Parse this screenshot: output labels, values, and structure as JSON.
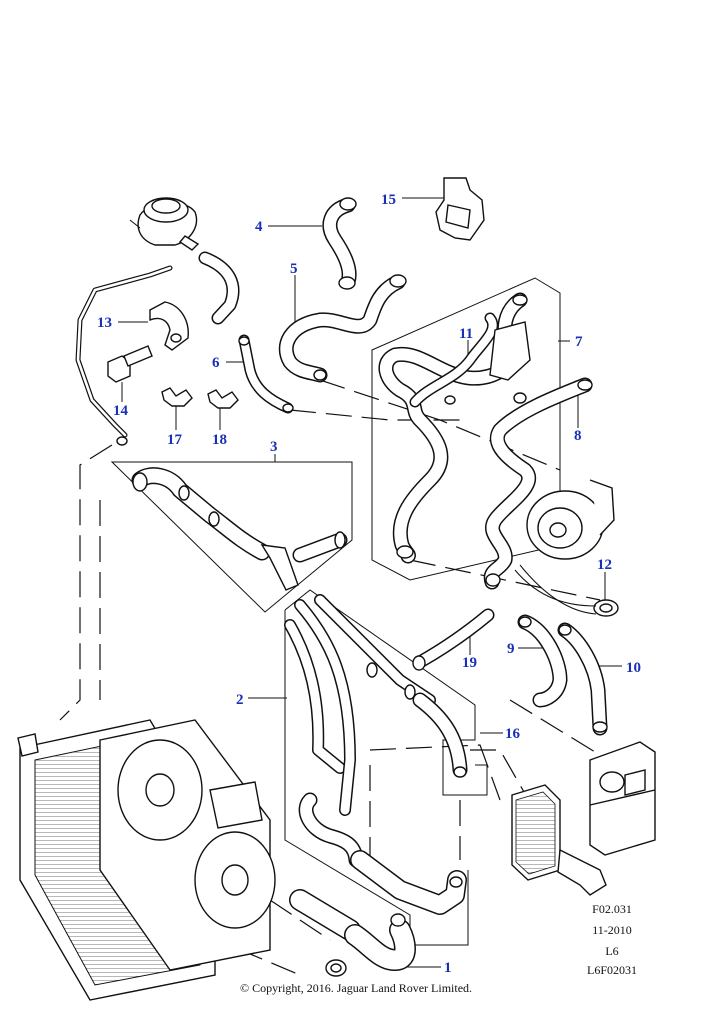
{
  "callouts": [
    "1",
    "2",
    "3",
    "4",
    "5",
    "6",
    "7",
    "8",
    "9",
    "10",
    "11",
    "12",
    "13",
    "14",
    "15",
    "16",
    "17",
    "18",
    "19"
  ],
  "drawing_ref": "F02.031",
  "date": "11-2010",
  "engine": "L6",
  "drawing_code": "L6F02031",
  "copyright": "© Copyright, 2016. Jaguar Land Rover Limited.",
  "colors": {
    "callout": "#1830b8",
    "line": "#111111"
  }
}
